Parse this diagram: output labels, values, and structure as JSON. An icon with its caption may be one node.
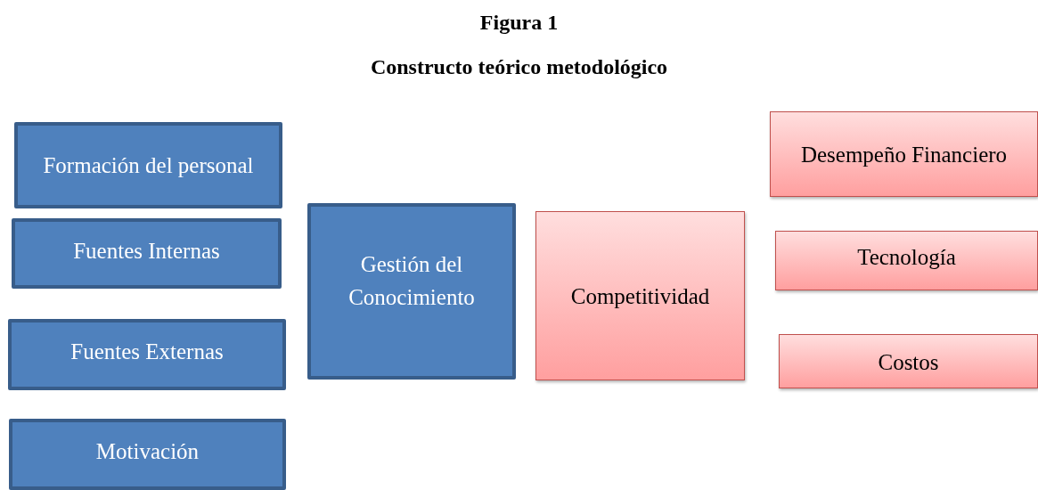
{
  "diagram": {
    "title": "Figura 1",
    "caption": "Constructo teórico metodológico",
    "nodes": [
      {
        "text": [
          "Formación del personal"
        ]
      },
      {
        "text": [
          "Fuentes Internas"
        ]
      },
      {
        "text": [
          "Fuentes Externas"
        ]
      },
      {
        "text": [
          "Motivación"
        ]
      },
      {
        "text": [
          "Gestión del Conocimiento"
        ]
      },
      {
        "text": [
          "Competitividad"
        ]
      },
      {
        "text": [
          "Desempeño Financiero"
        ]
      },
      {
        "text": [
          "Tecnología"
        ]
      },
      {
        "text": [
          "Costos"
        ]
      }
    ]
  }
}
